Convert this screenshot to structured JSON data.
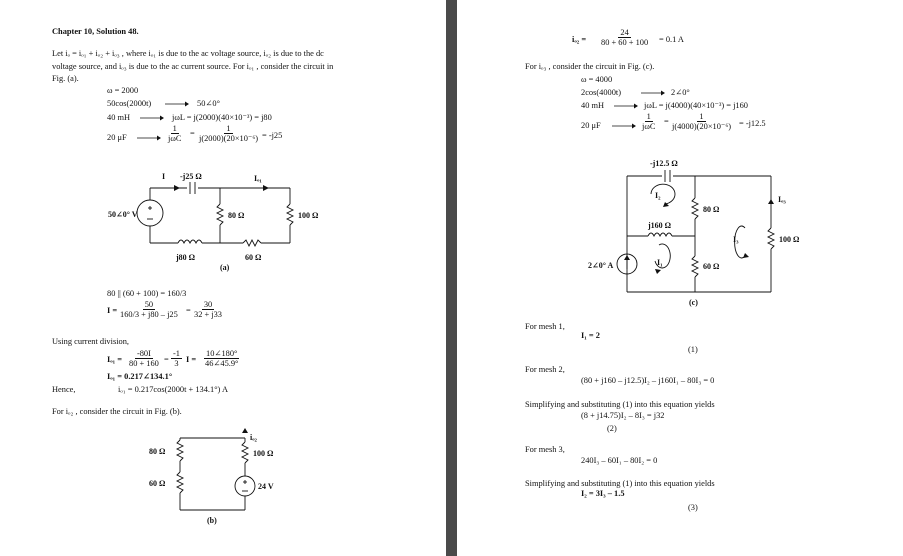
{
  "left": {
    "heading": "Chapter 10, Solution 48.",
    "intro1": "Let  iₒ = iₒ₁ + iₒ₂ + iₒ₃ , where iₒ₁ is due to the ac voltage source, iₒ₂ is due to the dc",
    "intro2": "voltage source, and iₒ₃ is due to the ac current source.  For iₒ₁ , consider the circuit in",
    "intro3": "Fig. (a).",
    "omega": "ω = 2000",
    "src": "50cos(2000t)",
    "src_phasor": "50∠0°",
    "ind": "40 mH",
    "ind_eq": "jωL = j(2000)(40×10⁻³) = j80",
    "cap": "20 μF",
    "cap_num": "1",
    "cap_den": "jωC",
    "cap_num2": "1",
    "cap_den2": "j(2000)(20×10⁻⁶)",
    "cap_result": "= -j25",
    "fig_a": {
      "label_i": "I",
      "label_cap": "-j25 Ω",
      "label_io1": "Iₒ₁",
      "label_src": "50∠0° V",
      "label_r80": "80 Ω",
      "label_r100": "100 Ω",
      "label_ind": "j80 Ω",
      "label_r60": "60 Ω",
      "caption": "(a)"
    },
    "par": "80 || (60 + 100) = 160/3",
    "i_lhs": "I =",
    "i_num1": "50",
    "i_den1": "160/3 + j80 – j25",
    "i_eq": "=",
    "i_num2": "30",
    "i_den2": "32 + j33",
    "cur_div": "Using current division,",
    "io1_lhs": "Iₒ₁ =",
    "io1_num1": "-80I",
    "io1_den1": "80 + 160",
    "io1_eq1": "=",
    "io1_num2": "-1",
    "io1_den2": "3",
    "io1_mid": "I =",
    "io1_num3": "10∠180°",
    "io1_den3": "46∠45.9°",
    "io1_res": "Iₒ₁ = 0.217∠134.1°",
    "hence": "Hence,",
    "io1_time": "iₒ₁ = 0.217cos(2000t + 134.1°) A",
    "io2_intro": "For iₒ₂ , consider the circuit in Fig. (b).",
    "fig_b": {
      "label_r80": "80 Ω",
      "label_r60": "60 Ω",
      "label_io2": "iₒ₂",
      "label_r100": "100 Ω",
      "label_v": "24 V",
      "caption": "(b)"
    }
  },
  "right": {
    "io2_lhs": "iₒ₂ =",
    "io2_num": "24",
    "io2_den": "80 + 60 + 100",
    "io2_res": "= 0.1 A",
    "io3_intro": "For iₒ₃ , consider the circuit in Fig. (c).",
    "omega": "ω = 4000",
    "src": "2cos(4000t)",
    "src_phasor": "2∠0°",
    "ind": "40 mH",
    "ind_eq": "jωL = j(4000)(40×10⁻³) = j160",
    "cap": "20 μF",
    "cap_num": "1",
    "cap_den": "jωC",
    "cap_num2": "1",
    "cap_den2": "j(4000)(20×10⁻⁶)",
    "cap_result": "= -j12.5",
    "fig_c": {
      "label_cap": "-j12.5 Ω",
      "label_i2": "I₂",
      "label_ind": "j160 Ω",
      "label_r80": "80 Ω",
      "label_io3": "Iₒ₃",
      "label_i3": "I₃",
      "label_r100": "100 Ω",
      "label_src": "2∠0° A",
      "label_i1": "I₁",
      "label_r60": "60 Ω",
      "caption": "(c)"
    },
    "mesh1": "For mesh 1,",
    "mesh1_eq": "I₁ = 2",
    "tag1": "(1)",
    "mesh2": "For mesh 2,",
    "mesh2_eq": "(80 + j160 – j12.5)I₂ – j160I₁ – 80I₃ = 0",
    "simp1": "Simplifying and substituting (1) into this equation yields",
    "simp1_eq": "(8 + j14.75)I₂ – 8I₃ = j32",
    "tag2": "(2)",
    "mesh3": "For mesh 3,",
    "mesh3_eq": "240I₃ – 60I₁ – 80I₂ = 0",
    "simp2": "Simplifying and substituting (1) into this equation yields",
    "simp2_eq": "I₂ = 3I₃ – 1.5",
    "tag3": "(3)"
  }
}
